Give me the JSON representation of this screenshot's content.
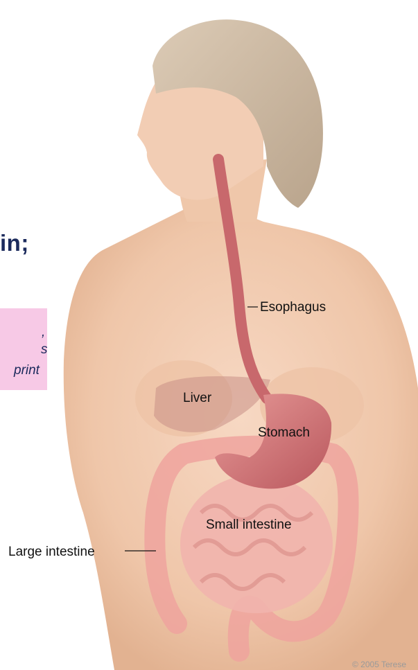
{
  "heading_fragment": "in;",
  "note": {
    "lines": [
      ",",
      "s",
      "print"
    ]
  },
  "labels": {
    "esophagus": "Esophagus",
    "liver": "Liver",
    "stomach": "Stomach",
    "small_intestine": "Small intestine",
    "large_intestine": "Large intestine"
  },
  "copyright": "© 2005 Terese",
  "colors": {
    "heading": "#1b2a5c",
    "note_background": "#f7c9e6",
    "skin": "#f2cdb4",
    "hair": "#cdbba6",
    "organ_pink": "#d97b7e",
    "intestine": "#efa6a0"
  }
}
